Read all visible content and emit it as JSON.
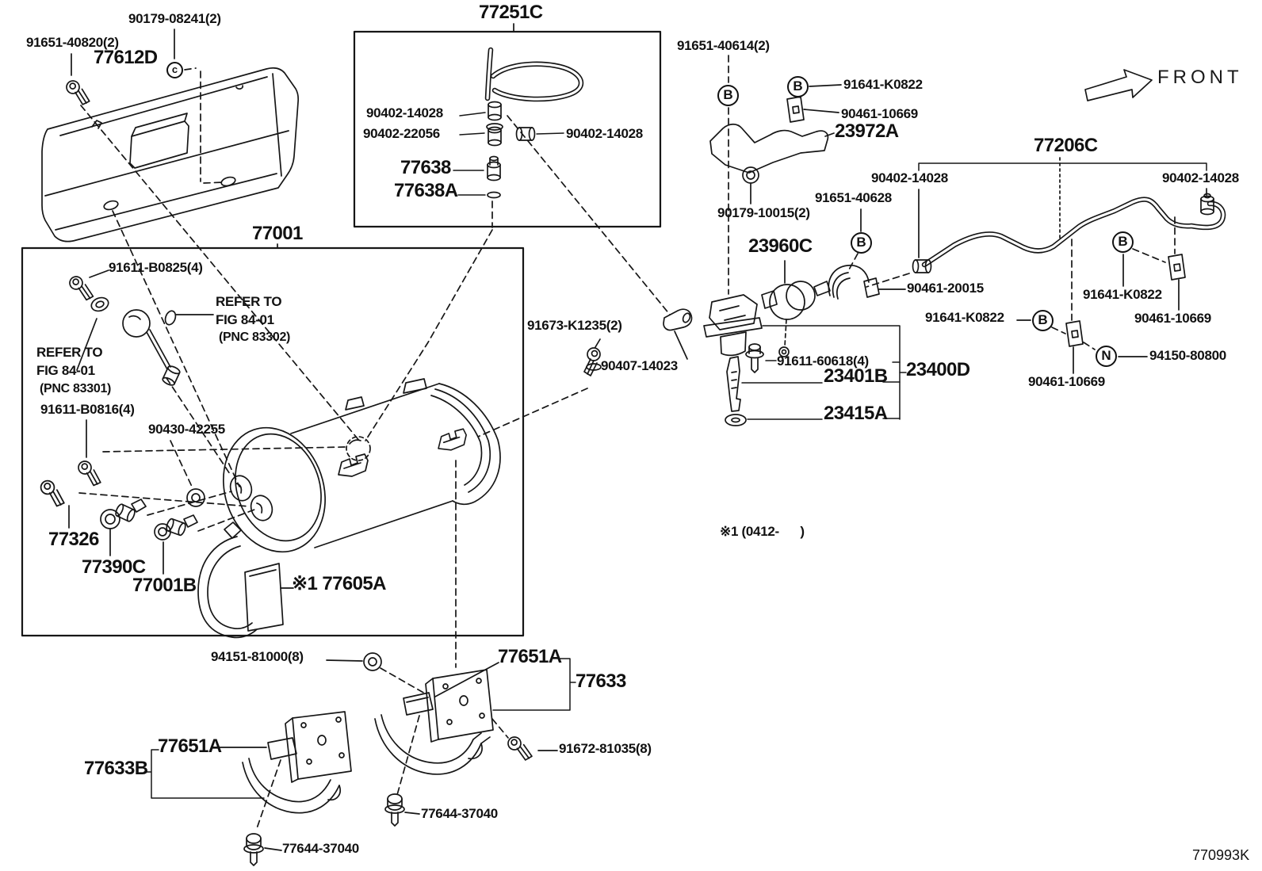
{
  "diagram": {
    "sheet_code": "770993K",
    "front_label": "FRONT",
    "footnote": "※1 (0412-      )"
  },
  "letters": {
    "b": "B",
    "n": "N",
    "c": "c"
  },
  "refer_notes": {
    "r1": [
      "REFER TO",
      "FIG 84-01",
      "(PNC 83301)"
    ],
    "r2": [
      "REFER TO",
      "FIG 84-01",
      "(PNC 83302)"
    ]
  },
  "labels": {
    "l90179_08241": "90179-08241(2)",
    "l91651_40820": "91651-40820(2)",
    "l77612D": "77612D",
    "l77251C": "77251C",
    "l90402_14028a": "90402-14028",
    "l90402_22056": "90402-22056",
    "l77638": "77638",
    "l77638A": "77638A",
    "l90402_14028b": "90402-14028",
    "l77001": "77001",
    "l91611_B0825": "91611-B0825(4)",
    "l91611_B0816": "91611-B0816(4)",
    "l90430_42255": "90430-42255",
    "l77326": "77326",
    "l77390C": "77390C",
    "l77001B": "77001B",
    "l77605A": "※1 77605A",
    "l91673_K1235": "91673-K1235(2)",
    "l90407_14023": "90407-14023",
    "l91651_40614": "91651-40614(2)",
    "l91641_K0822_1": "91641-K0822",
    "l90461_10669_1": "90461-10669",
    "l23972A": "23972A",
    "l90179_10015": "90179-10015(2)",
    "l91651_40628": "91651-40628",
    "l90402_14028c": "90402-14028",
    "l77206C": "77206C",
    "l90402_14028d": "90402-14028",
    "l23960C": "23960C",
    "l90461_20015": "90461-20015",
    "l91641_K0822_2": "91641-K0822",
    "l91611_60618": "91611-60618(4)",
    "l23401B": "23401B",
    "l23415A": "23415A",
    "l23400D": "23400D",
    "l91641_K0822_3": "91641-K0822",
    "l90461_10669_2": "90461-10669",
    "l94150_80800": "94150-80800",
    "l90461_10669_3": "90461-10669",
    "l94151_81000": "94151-81000(8)",
    "l77651A_r": "77651A",
    "l77633": "77633",
    "l91672_81035": "91672-81035(8)",
    "l77644_37040_r": "77644-37040",
    "l77651A_l": "77651A",
    "l77633B": "77633B",
    "l77644_37040_l": "77644-37040"
  }
}
